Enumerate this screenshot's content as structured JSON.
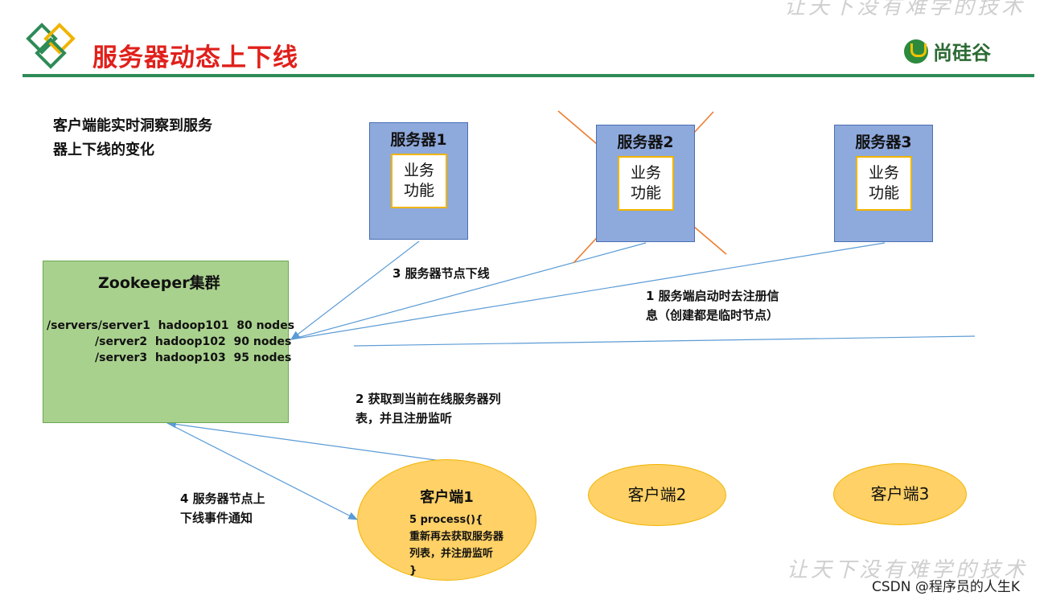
{
  "header": {
    "title": "服务器动态上下线",
    "brand": "尚硅谷"
  },
  "description": [
    "客户端能实时洞察到服务",
    "器上下线的变化"
  ],
  "servers": [
    {
      "name": "服务器1",
      "function": [
        "业务",
        "功能"
      ],
      "offline": false
    },
    {
      "name": "服务器2",
      "function": [
        "业务",
        "功能"
      ],
      "offline": true
    },
    {
      "name": "服务器3",
      "function": [
        "业务",
        "功能"
      ],
      "offline": false
    }
  ],
  "zookeeper": {
    "title": "Zookeeper集群",
    "nodes": [
      {
        "text": "/servers/server1  hadoop101  80 nodes",
        "removed": false
      },
      {
        "text": "/server2  hadoop102  90 nodes",
        "removed": true
      },
      {
        "text": "/server3  hadoop103  95 nodes",
        "removed": false
      }
    ]
  },
  "steps": {
    "step1": [
      "1  服务端启动时去注册信",
      "息（创建都是临时节点）"
    ],
    "step2": [
      "2  获取到当前在线服务器列",
      "表，并且注册监听"
    ],
    "step3": [
      "3  服务器节点下线"
    ],
    "step4": [
      "4  服务器节点上",
      "下线事件通知"
    ]
  },
  "clients": [
    {
      "name": "客户端1",
      "code": [
        "5 process(){",
        "重新再去获取服务器",
        "列表，并注册监听",
        "}"
      ]
    },
    {
      "name": "客户端2"
    },
    {
      "name": "客户端3"
    }
  ],
  "watermarks": {
    "top": "让天下没有难学的技术",
    "bottom": "让天下没有难学的技术"
  },
  "footer": "CSDN @程序员的人生K",
  "colors": {
    "title": "#e0201b",
    "rule": "#2e8b57",
    "server_fill": "#8ea9dc",
    "zk_fill": "#a9d18e",
    "client_fill": "#ffd166",
    "arrow": "#5b9bd5",
    "cross": "#ed7d31"
  },
  "icons": [
    "logo-diamond-icon",
    "brand-logo-icon"
  ]
}
